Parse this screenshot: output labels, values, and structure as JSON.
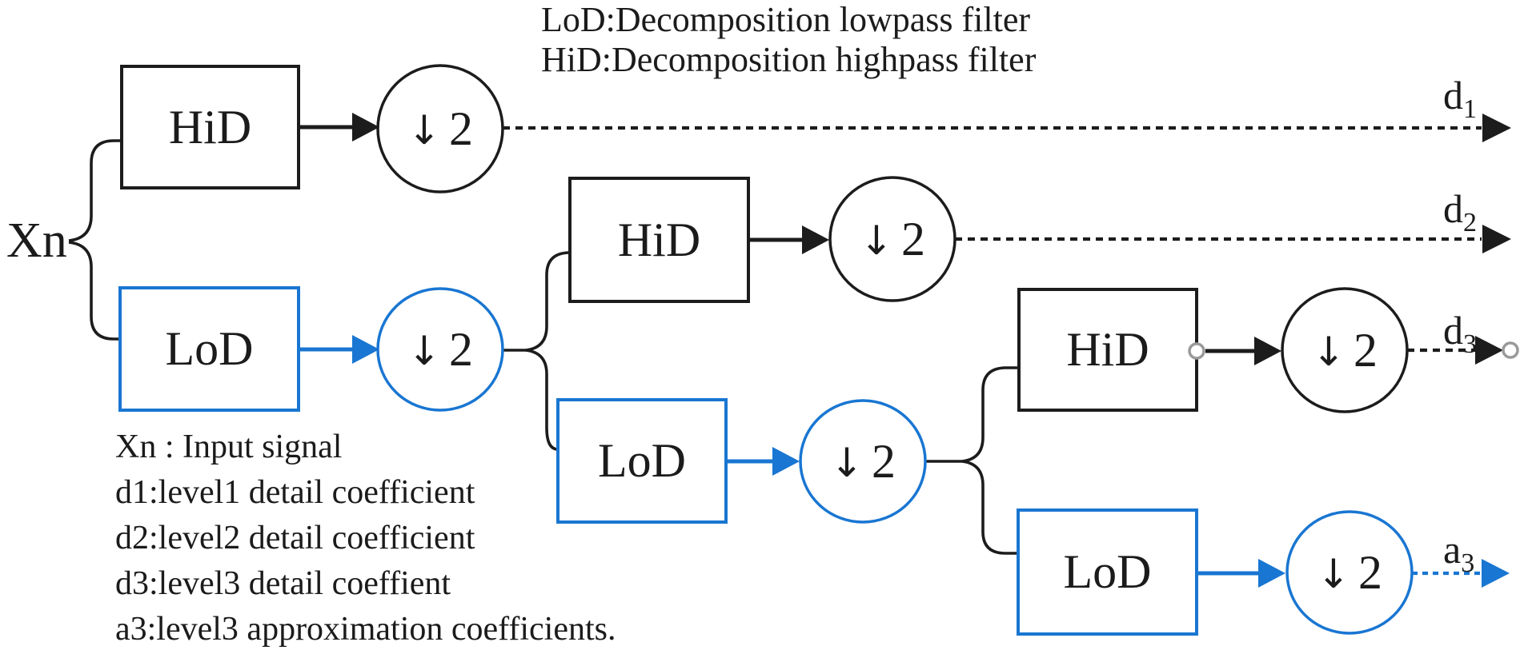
{
  "figure": {
    "header": {
      "line1": "LoD:Decomposition lowpass filter",
      "line2": "HiD:Decomposition highpass filter"
    },
    "input_label": "Xn",
    "boxes": {
      "hid": "HiD",
      "lod": "LoD"
    },
    "downsampler": {
      "arrow": "↓",
      "factor": "2"
    },
    "outputs": [
      {
        "id": "d1",
        "base": "d",
        "sub": "1"
      },
      {
        "id": "d2",
        "base": "d",
        "sub": "2"
      },
      {
        "id": "d3",
        "base": "d",
        "sub": "3"
      },
      {
        "id": "a3",
        "base": "a",
        "sub": "3"
      }
    ],
    "legend_lines": [
      "Xn : Input signal",
      "d1:level1 detail coefficient",
      "d2:level2 detail coefficient",
      "d3:level3 detail coeffient",
      "a3:level3 approximation coefficients."
    ],
    "colors": {
      "lowpass": "#1976d2",
      "ink": "#1c1c1c",
      "connector_point": "#9a9a9a"
    }
  }
}
